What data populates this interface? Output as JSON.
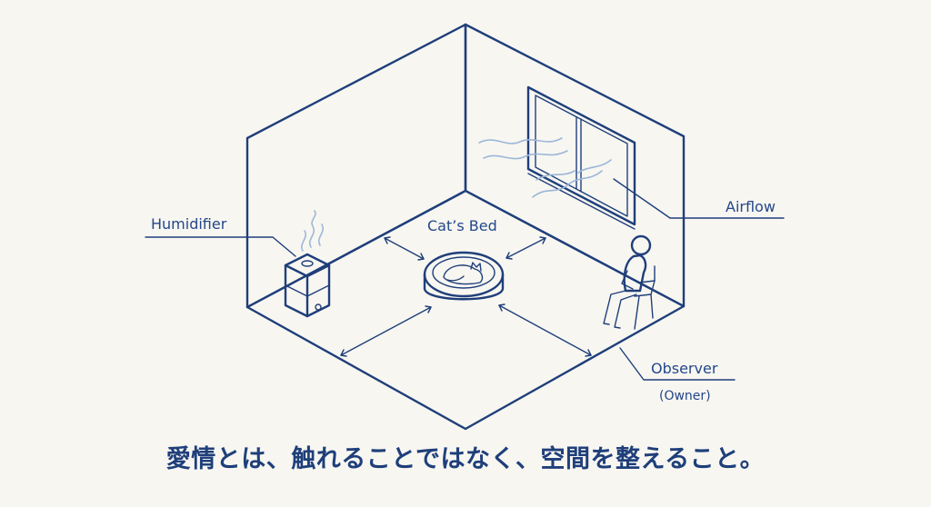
{
  "labels": {
    "humidifier": "Humidifier",
    "cats_bed": "Cat’s Bed",
    "airflow": "Airflow",
    "observer": "Observer",
    "observer_sub": "(Owner)"
  },
  "caption": "愛情とは、触れることではなく、空間を整えること。",
  "colors": {
    "line": "#1f3f7a",
    "airflow": "#9db7d8",
    "background": "#f7f6f1"
  }
}
